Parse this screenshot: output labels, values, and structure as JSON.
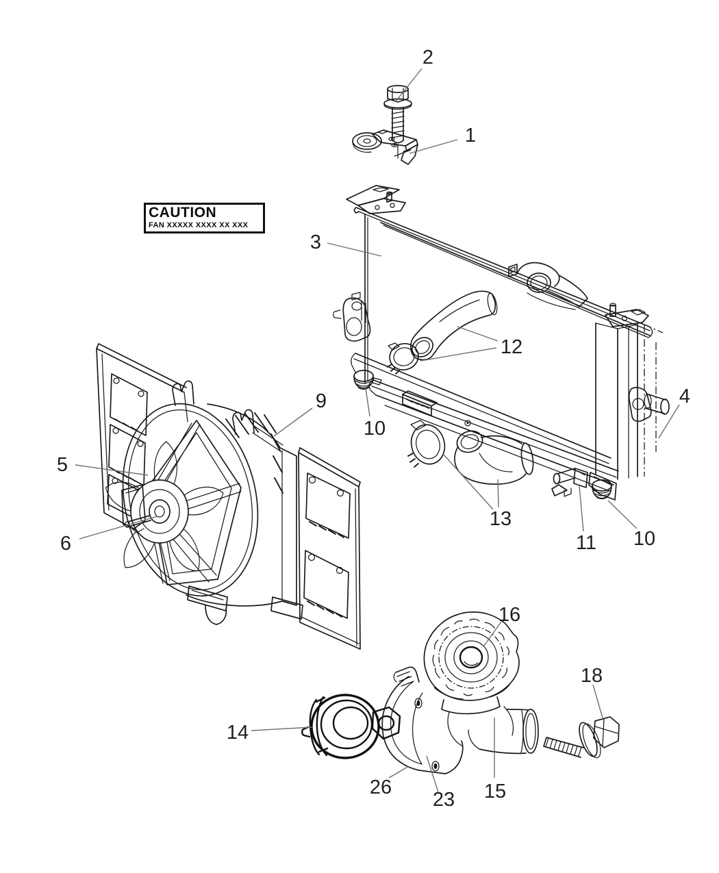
{
  "caution_label": {
    "line1": "CAUTION",
    "line2": "FAN XXXXX XXXX XX XXX"
  },
  "callouts": [
    "2",
    "1",
    "3",
    "12",
    "9",
    "10",
    "4",
    "5",
    "6",
    "13",
    "11",
    "10",
    "16",
    "18",
    "14",
    "26",
    "23",
    "15"
  ]
}
